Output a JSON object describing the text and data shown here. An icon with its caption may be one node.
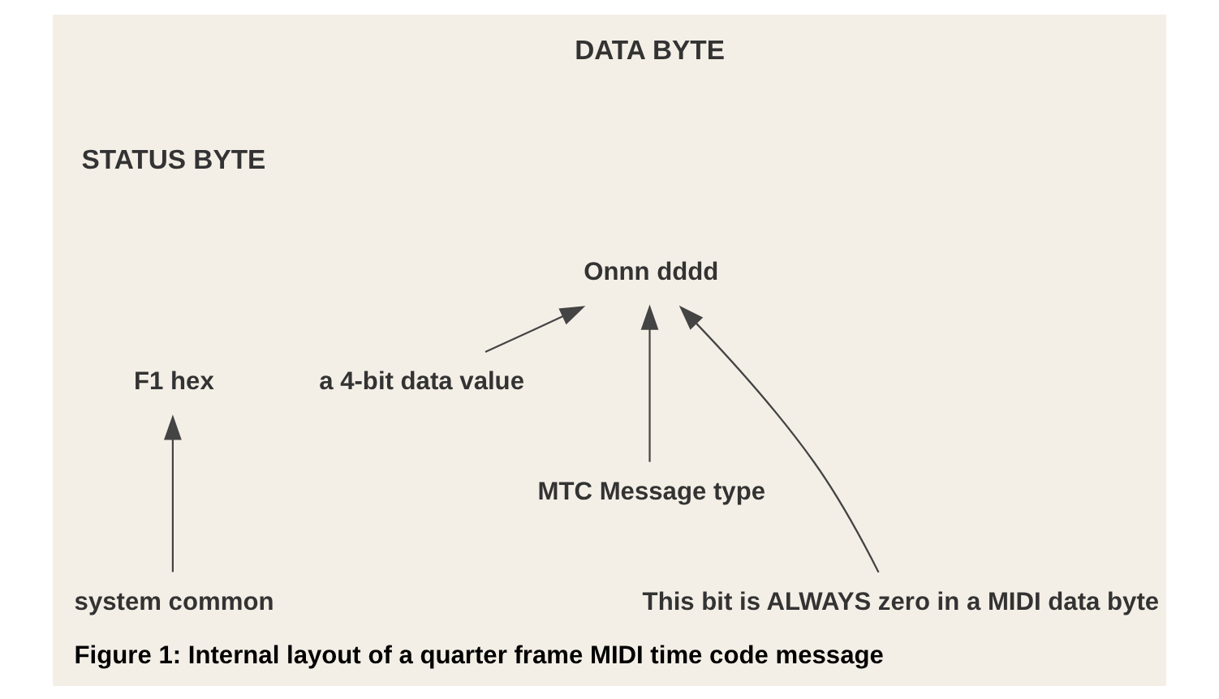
{
  "diagram": {
    "caption": "Figure 1: Internal layout of a quarter frame MIDI time code message",
    "nodes": [
      {
        "text": [
          "F1 hex"
        ]
      },
      {
        "text": [
          "system common"
        ]
      },
      {
        "text": [
          "Onnn dddd"
        ]
      },
      {
        "text": [
          "a 4-bit data value"
        ]
      },
      {
        "text": [
          "MTC Message type"
        ]
      },
      {
        "text": [
          "This bit is ALWAYS zero in a MIDI data byte"
        ]
      }
    ],
    "edges": [
      {
        "from": 1,
        "to": 0,
        "arrow": "to"
      },
      {
        "from": 3,
        "to": 2,
        "arrow": "to"
      },
      {
        "from": 4,
        "to": 2,
        "arrow": "to"
      },
      {
        "from": 5,
        "to": 2,
        "arrow": "to"
      }
    ],
    "labels": [
      "STATUS BYTE",
      "DATA BYTE"
    ]
  }
}
